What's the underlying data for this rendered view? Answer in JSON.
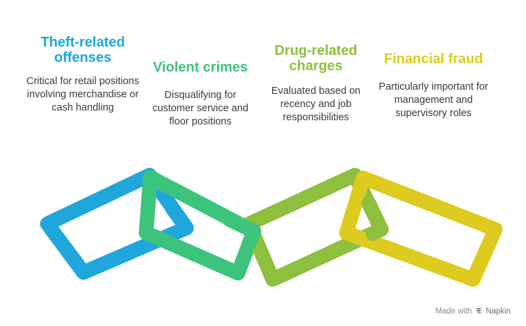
{
  "items": [
    {
      "title": "Theft-related offenses",
      "description": "Critical for retail positions involving merchandise or cash handling",
      "color": "#1fa7dc"
    },
    {
      "title": "Violent crimes",
      "description": "Disqualifying for customer service and floor positions",
      "color": "#3cc47c"
    },
    {
      "title": "Drug-related charges",
      "description": "Evaluated based on recency and job responsibilities",
      "color": "#8ebf3f"
    },
    {
      "title": "Financial fraud",
      "description": "Particularly important for management and supervisory roles",
      "color": "#ddcb1f"
    }
  ],
  "footer": {
    "made_with": "Made with",
    "brand": "Napkin",
    "icon": "napkin-logo-icon"
  }
}
